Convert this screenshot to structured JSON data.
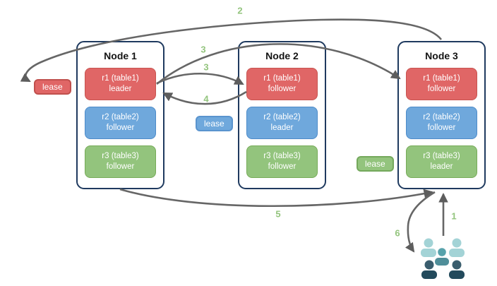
{
  "nodes": [
    {
      "title": "Node 1",
      "replicas": [
        {
          "name": "r1 (table1)",
          "role": "leader",
          "color": "red"
        },
        {
          "name": "r2 (table2)",
          "role": "follower",
          "color": "blue"
        },
        {
          "name": "r3 (table3)",
          "role": "follower",
          "color": "green"
        }
      ]
    },
    {
      "title": "Node 2",
      "replicas": [
        {
          "name": "r1 (table1)",
          "role": "follower",
          "color": "red"
        },
        {
          "name": "r2 (table2)",
          "role": "leader",
          "color": "blue"
        },
        {
          "name": "r3 (table3)",
          "role": "follower",
          "color": "green"
        }
      ]
    },
    {
      "title": "Node 3",
      "replicas": [
        {
          "name": "r1 (table1)",
          "role": "follower",
          "color": "red"
        },
        {
          "name": "r2 (table2)",
          "role": "follower",
          "color": "blue"
        },
        {
          "name": "r3 (table3)",
          "role": "leader",
          "color": "green"
        }
      ]
    }
  ],
  "leases": [
    {
      "label": "lease",
      "color": "red"
    },
    {
      "label": "lease",
      "color": "blue"
    },
    {
      "label": "lease",
      "color": "green"
    }
  ],
  "steps": [
    {
      "label": "1"
    },
    {
      "label": "2"
    },
    {
      "label": "3"
    },
    {
      "label": "3"
    },
    {
      "label": "4"
    },
    {
      "label": "5"
    },
    {
      "label": "6"
    }
  ],
  "icons": {
    "users": "users-group"
  },
  "colors": {
    "replica_red": "#e06666",
    "replica_blue": "#6fa8dc",
    "replica_green": "#93c47d",
    "step_number": "#93c47d",
    "arrow": "#666666",
    "node_border": "#1f3a5f",
    "users_light": "#a3d3d6",
    "users_medium": "#57a2ab",
    "users_dark": "#234a5c"
  }
}
